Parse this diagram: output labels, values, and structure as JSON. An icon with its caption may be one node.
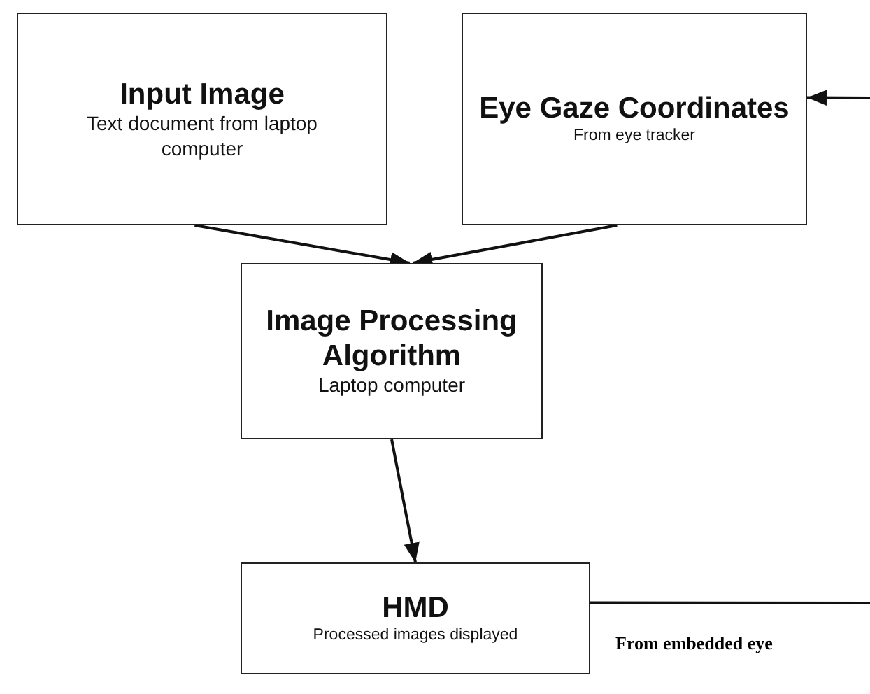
{
  "diagram": {
    "nodes": [
      {
        "text": [
          "Input Image",
          "Text document from laptop computer"
        ]
      },
      {
        "text": [
          "Eye Gaze Coordinates",
          "From eye tracker"
        ]
      },
      {
        "text": [
          "Image Processing Algorithm",
          "Laptop computer"
        ]
      },
      {
        "text": [
          "HMD",
          "Processed images displayed"
        ]
      }
    ],
    "edges": [
      {
        "from": 0,
        "to": 2,
        "arrow": "to"
      },
      {
        "from": 1,
        "to": 2,
        "arrow": "to"
      },
      {
        "from": 2,
        "to": 3,
        "arrow": "to"
      },
      {
        "from": 3,
        "to": null,
        "arrow": "none"
      },
      {
        "from": null,
        "to": 1,
        "arrow": "to"
      }
    ],
    "labels": [
      "From embedded eye"
    ]
  }
}
